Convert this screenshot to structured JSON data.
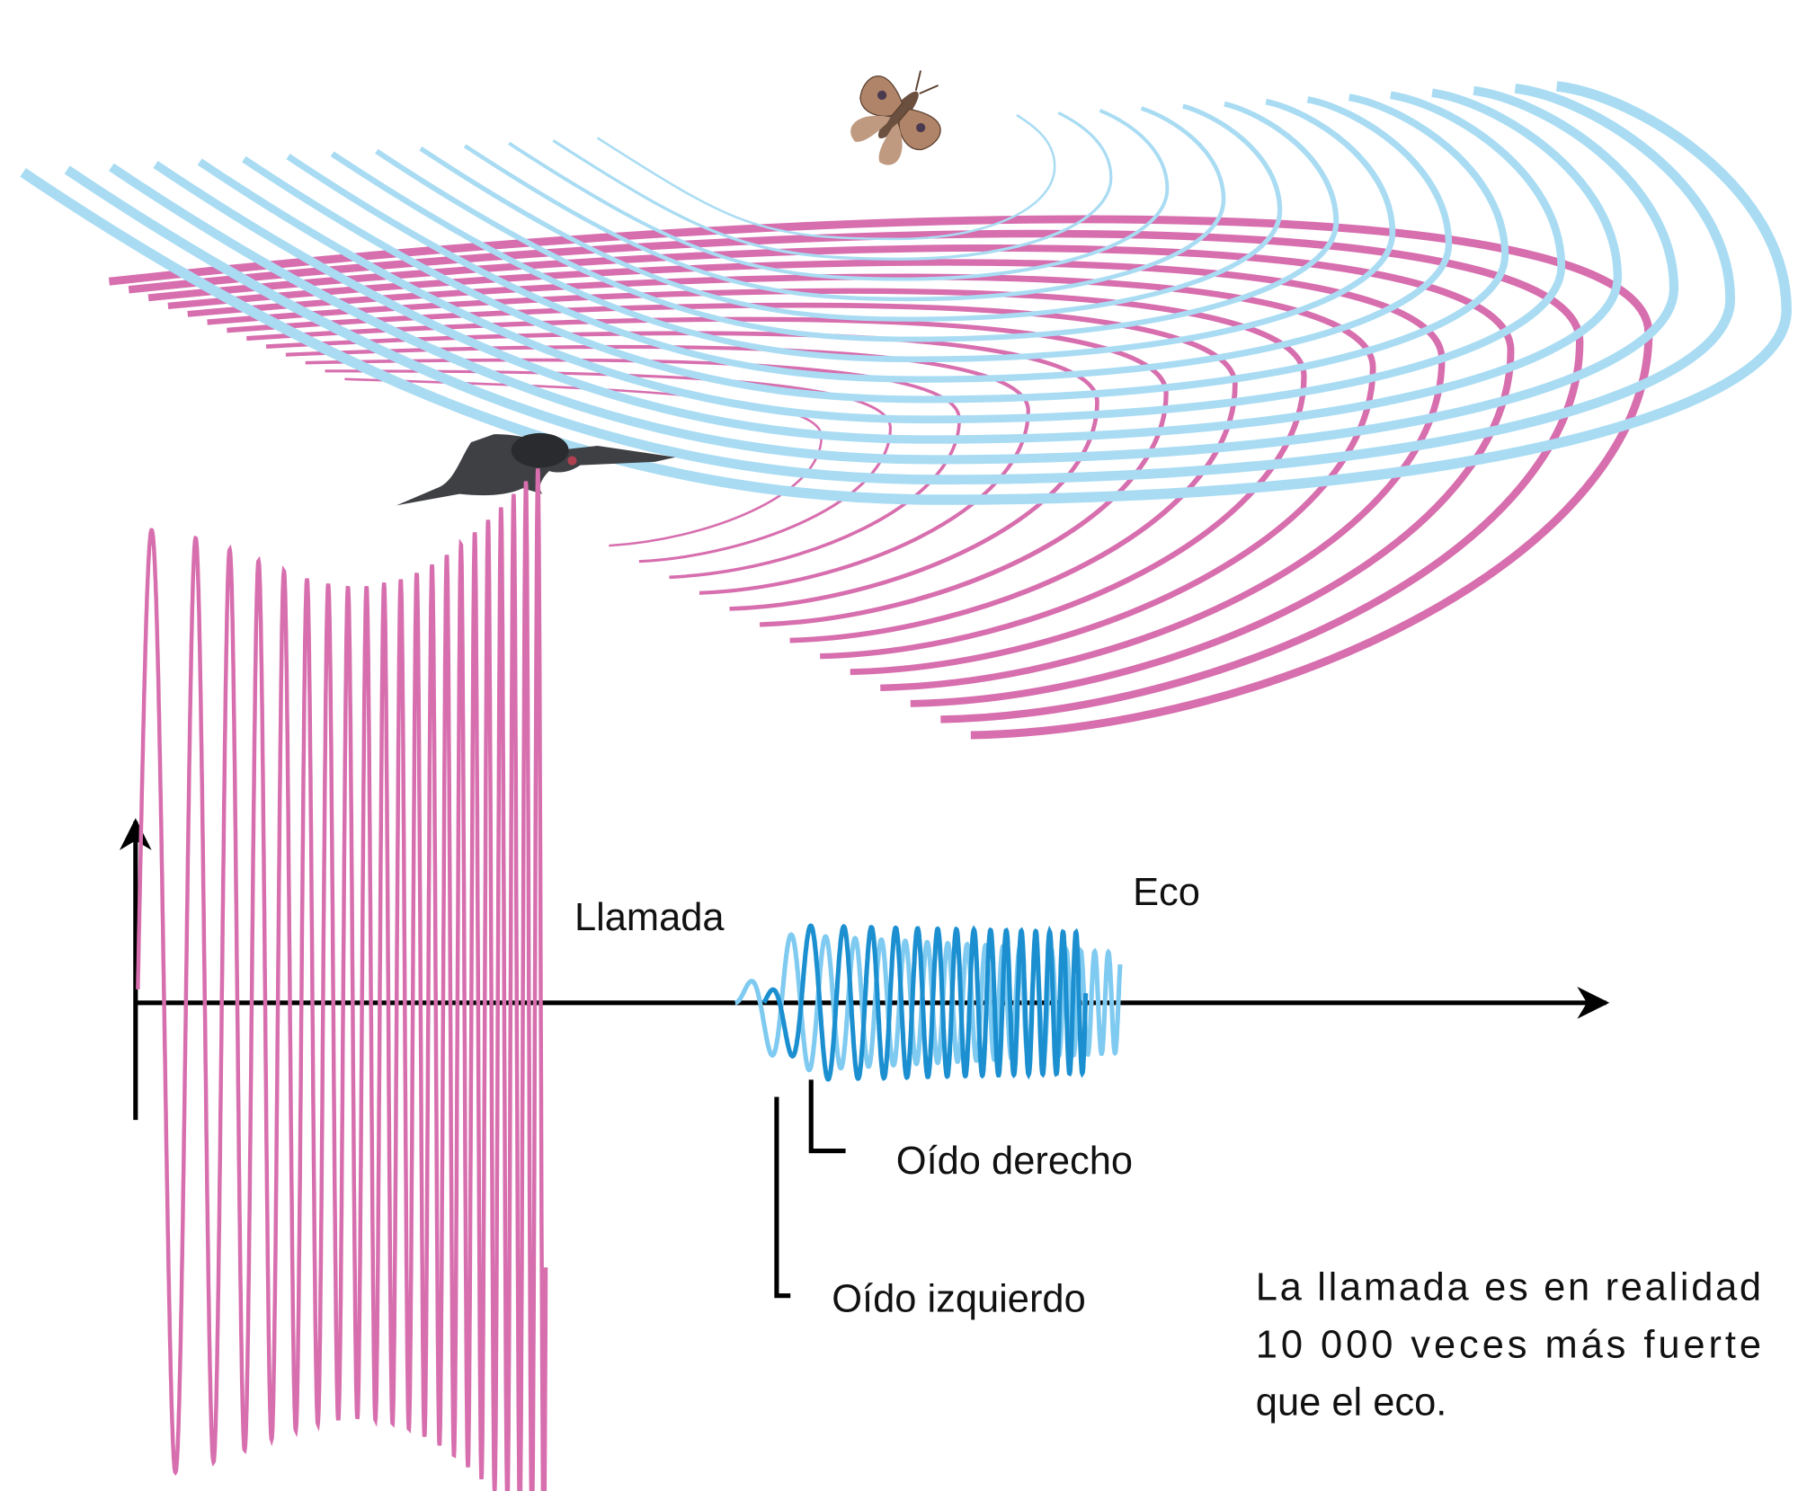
{
  "labels": {
    "call": "Llamada",
    "echo": "Eco",
    "right_ear": "Oído derecho",
    "left_ear": "Oído izquierdo"
  },
  "note": {
    "line1": "La llamada es en realidad",
    "line2": "10 000 veces más fuerte",
    "line3": "que el eco."
  },
  "colors": {
    "call_wave": "#d76eae",
    "echo_wave": "#a9dcf3",
    "echo_right": "#1b8fd0",
    "echo_left": "#7fcaf0",
    "axis": "#000000"
  }
}
